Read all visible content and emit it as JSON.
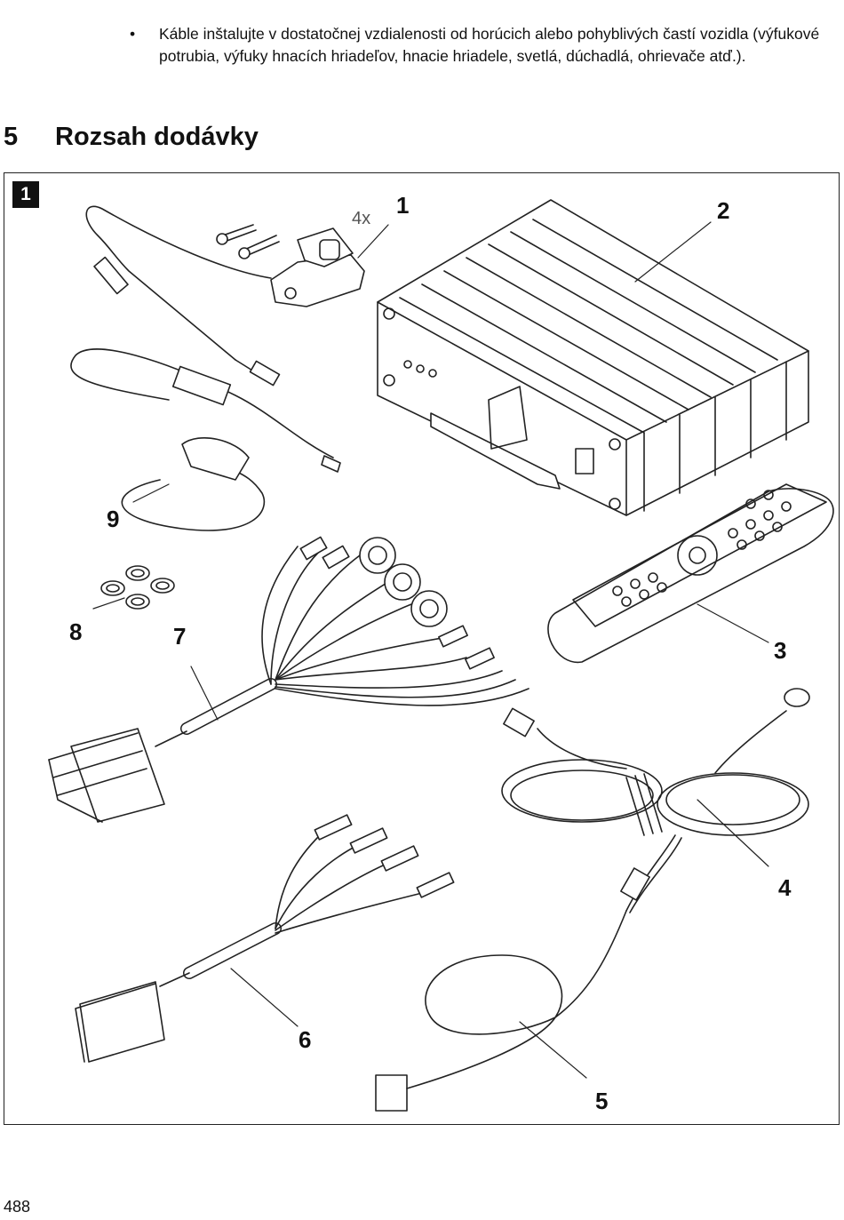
{
  "bullet": {
    "text": "Káble inštalujte v dostatočnej vzdialenosti od horúcich alebo pohyblivých častí vozidla (vý­fukové potrubia, výfuky hnacích hriadeľov, hnacie hriadele, svetlá, dúchadlá, ohrievače atď.)."
  },
  "section": {
    "number": "5",
    "title": "Rozsah dodávky"
  },
  "figure": {
    "badge": "1",
    "quantity": "4x",
    "callouts": [
      "1",
      "2",
      "3",
      "4",
      "5",
      "6",
      "7",
      "8",
      "9"
    ]
  },
  "page_number": "488"
}
